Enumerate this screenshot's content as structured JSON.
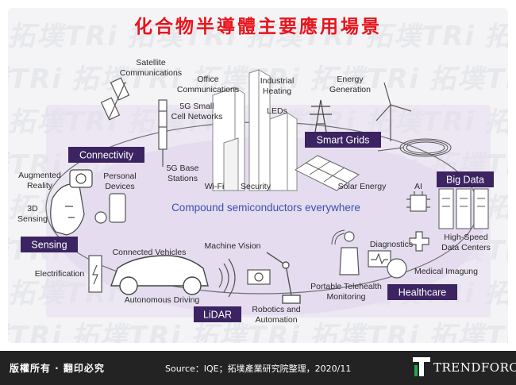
{
  "title": "化合物半導體主要應用場景",
  "watermark": "拓墣TRi",
  "center_text": "Compound semiconductors everywhere",
  "categories": {
    "connectivity": "Connectivity",
    "smart_grids": "Smart Grids",
    "big_data": "Big Data",
    "sensing": "Sensing",
    "healthcare": "Healthcare",
    "lidar": "LiDAR"
  },
  "labels": {
    "satellite_1": "Satellite",
    "satellite_2": "Communications",
    "office_1": "Office",
    "office_2": "Communications",
    "industrial_1": "Industrial",
    "industrial_2": "Heating",
    "energy_1": "Energy",
    "energy_2": "Generation",
    "small_cell_1": "5G Small",
    "small_cell_2": "Cell Networks",
    "leds": "LEDs",
    "base_1": "5G Base",
    "base_2": "Stations",
    "wifi": "Wi-Fi",
    "security": "Security",
    "solar": "Solar Energy",
    "ar_1": "Augmented",
    "ar_2": "Reality",
    "personal_1": "Personal",
    "personal_2": "Devices",
    "sensing3d_1": "3D",
    "sensing3d_2": "Sensing",
    "ai": "AI",
    "hpdc_1": "High-Speed",
    "hpdc_2": "Data Centers",
    "diagnostics": "Diagnostics",
    "connected_vehicles": "Connected Vehicles",
    "machine_vision": "Machine Vision",
    "electrification": "Electrification",
    "medical_imaging": "Medical Imagung",
    "telehealth_1": "Portable Telehealth",
    "telehealth_2": "Monitoring",
    "autonomous": "Autonomous Driving",
    "robotics_1": "Robotics and",
    "robotics_2": "Automation"
  },
  "footer": {
    "copyright": "版權所有 · 翻印必究",
    "source": "Source：IQE；拓墣產業研究院整理，2020/11",
    "logo": "TRENDFORCE"
  },
  "colors": {
    "title": "#e8141b",
    "category_box": "#3b2461",
    "ellipse_fill": "#e5dcef",
    "ring_text": "#3a4fb0",
    "footer_bg": "#232323"
  }
}
